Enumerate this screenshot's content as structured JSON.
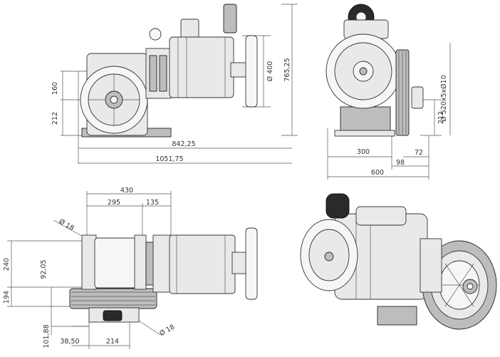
{
  "dimensions": {
    "side": {
      "h160": "160",
      "h212": "212",
      "w842": "842,25",
      "w1051": "1051,75",
      "d400": "Ø 400",
      "h765": "765,25"
    },
    "front": {
      "w300": "300",
      "w98": "98",
      "w72": "72",
      "w600": "600",
      "h212": "212",
      "d520": "Ø 520x5xØ10"
    },
    "top": {
      "w430": "430",
      "w295": "295",
      "w135": "135",
      "d18a": "Ø 18",
      "d18b": "Ø 18",
      "h240": "240",
      "h92": "92,05",
      "h194": "194",
      "h101": "101,88",
      "w38": "38,50",
      "w214": "214"
    }
  }
}
